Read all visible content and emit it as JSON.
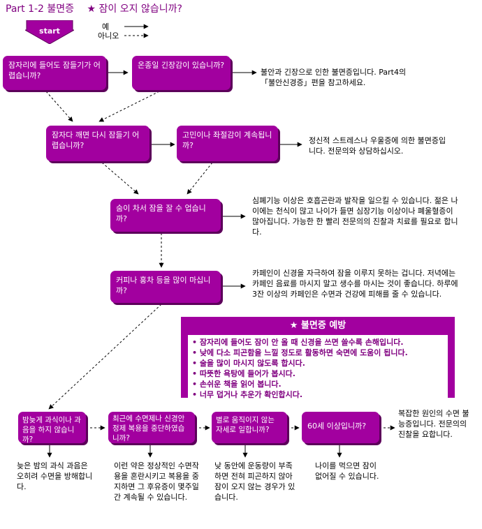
{
  "title": {
    "part": "Part 1-2  불면증",
    "star": "★",
    "question": "잠이 오지 않습니까?"
  },
  "legend": {
    "start": "start",
    "yes": "예",
    "no": "아니오"
  },
  "questions": {
    "q1": "잠자리에 들어도 잠들기가 어렵습니까?",
    "q2": "온종일 긴장감이 있습니까?",
    "q3": "잠자다 깨면 다시 잠들기 어렵습니까?",
    "q4": "고민이나 좌절감이 계속됩니까?",
    "q5": "숨이 차서 잠을 잘 수 업습니까?",
    "q6": "커피나 홍차 등을 많이 마십니까?",
    "q7": "밤늦게 과식이나 과음을 하지 않습니까?",
    "q8": "최근에 수면제나 신경안정제 복용을 중단하였습니까?",
    "q9": "별로 움직이지 않는 자세로 일합니까?",
    "q10": "60세 이상입니까?"
  },
  "answers": {
    "a2_line1": "불안과 긴장으로 인한 불면증입니다. Part4의",
    "a2_line2": "「불안신경증」편을 참고하세요.",
    "a4": "정신적 스트레스나 우울증에 의한 불면증입니다. 전문의와 상담하십시오.",
    "a5": "심폐기능 이상은 호흡곤란과 발작을 일으킬 수 있습니다. 젊은 나이에는 천식이 많고 나이가 들면 심장기능 이상이나 폐울혈증이 많아집니다. 가능한 한 빨리 전문의의 진찰과 치료를 필요로 합니다.",
    "a6": "카페인이 신경을 자극하여 잠을 이루지 못하는 겁니다. 저녁에는 카페인 음료를 마시지 말고 생수를 마시는 것이 좋습니다. 하루에 3잔 이상의 카페인은 수면과 건강에 피해를 줄 수 있습니다.",
    "a7": "늦은 밤의 과식 과음은 오히려 수면을 방해합니다.",
    "a8": "이런 약은 정상적인 수면작용을 혼란시키고 복용을 중지하면 그 후유증이 몇주일간 계속될 수 있습니다.",
    "a9": "낮 동안에 운동량이 부족하면 전혀 피곤하지 않아 잠이 오지 않는 경우가 있습니다.",
    "a10_yes": "나이를 먹으면 잠이 없어질 수 있습니다.",
    "a10_no": "복잡한 원인의 수면 불능증입니다. 전문의의 진찰을 요합니다."
  },
  "tips": {
    "star": "★",
    "title": "불면증 예방",
    "items": [
      "• 잠자리에 들어도 잠이 안 올 때 신경을 쓰면 쓸수록 손해입니다.",
      "• 낮에 다소 피곤함을 느낄 정도로 활동하면 숙면에 도움이 됩니다.",
      "• 술을 많이 마시지 않도록 합시다.",
      "• 따뜻한 욕탕에 들어가 봅시다.",
      "• 손쉬운 책을 읽어 봅니다.",
      "• 너무 덥거나 추운가 확인합시다."
    ]
  },
  "colors": {
    "box": "#a2009f",
    "shadow": "#5c005a",
    "title": "#800080"
  }
}
